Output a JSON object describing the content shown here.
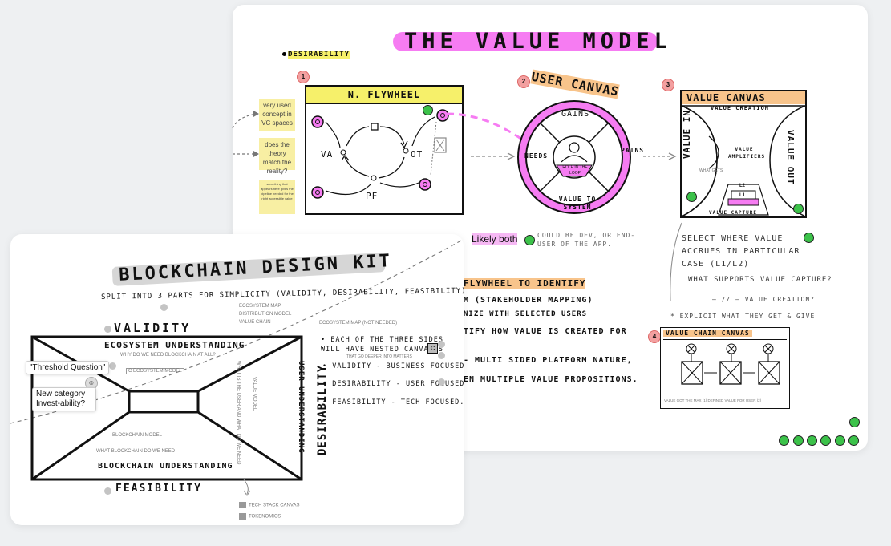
{
  "back": {
    "title": "THE VALUE MODEL",
    "desirability": "DESIRABILITY",
    "stickies": [
      "very used concept in VC spaces",
      "does the theory match the reality?",
      "something that appears here gives the pipeline needed for the right accessible value"
    ],
    "flywheel": {
      "num": "1",
      "title": "N. FLYWHEEL",
      "labels": [
        "VA",
        "OT",
        "PF"
      ]
    },
    "user_canvas": {
      "num": "2",
      "title": "USER CANVAS",
      "gains": "GAINS",
      "needs": "NEEDS",
      "pains": "PAINS",
      "role": "ROLE IN THE LOOP",
      "value": "VALUE TO SYSTEM"
    },
    "value_canvas": {
      "num": "3",
      "title": "VALUE CANVAS",
      "creation": "VALUE CREATION",
      "in": "VALUE IN",
      "out": "VALUE OUT",
      "amplifiers": "VALUE AMPLIFIERS",
      "what_gets": "WHAT GETS",
      "l2": "L2",
      "l1": "L1",
      "capture": "VALUE CAPTURE"
    },
    "likely_both": "Likely both",
    "could_be": "COULD BE DEV, OR END-USER OF THE APP.",
    "select_text": "SELECT WHERE VALUE ACCRUES IN PARTICULAR CASE (L1/L2)",
    "supports_text": "WHAT SUPPORTS VALUE CAPTURE?",
    "creation_text": "— // — VALUE CREATION?",
    "explicit_text": "* EXPLICIT WHAT THEY GET & GIVE",
    "mid_lines": [
      "FLYWHEEL TO IDENTIFY",
      "M (STAKEHOLDER MAPPING)",
      "NIZE WITH SELECTED USERS",
      "TIFY HOW VALUE IS CREATED FOR",
      "- MULTI SIDED PLATFORM NATURE,",
      "EN MULTIPLE VALUE PROPOSITIONS."
    ],
    "chain": {
      "num": "4",
      "title": "VALUE CHAIN CANVAS",
      "note": "VALUE GOT THE MAX (1) DEFINED VALUE FOR USER (2)"
    }
  },
  "front": {
    "title": "BLOCKCHAIN DESIGN KIT",
    "subtitle": "SPLIT INTO 3 PARTS FOR SIMPLICITY (VALIDITY, DESIRABILITY, FEASIBILITY)",
    "validity": "VALIDITY",
    "feasibility": "FEASIBILITY",
    "desirability": "DESIRABILITY",
    "user_understanding": "USER UNDERSTANDING",
    "eco_title": "ECOSYSTEM UNDERSTANDING",
    "eco_sub": "WHY DO WE NEED BLOCKCHAIN AT ALL?",
    "eco_model": "C ECOSYSTEM MODEL",
    "bc_model": "BLOCKCHAIN MODEL",
    "bc_sub": "WHAT BLOCKCHAIN DO WE NEED",
    "bc_title": "BLOCKCHAIN UNDERSTANDING",
    "value_model": "VALUE MODEL",
    "user_note": "WHAT IS THE USER AND WHAT DO WE NEED",
    "top_notes": [
      "ECOSYSTEM MAP",
      "DISTRIBUTION MODEL",
      "VALUE CHAIN"
    ],
    "top_note_right": "ECOSYSTEM MAP (NOT NEEDED)",
    "bullets": [
      "EACH OF THE THREE SIDES WILL HAVE NESTED CANVASES",
      "VALIDITY - BUSINESS FOCUSED",
      "DESIRABILITY - USER FOCUSED",
      "FEASIBILITY - TECH FOCUSED."
    ],
    "bullet_small": "THAT GO DEEPER INTO MATTERS",
    "box_c": "C",
    "threshold": "\"Threshold Question\"",
    "new_category": "New category Invest-ability?",
    "bottom_notes": [
      "TECH STACK CANVAS",
      "TOKENOMICS"
    ]
  }
}
